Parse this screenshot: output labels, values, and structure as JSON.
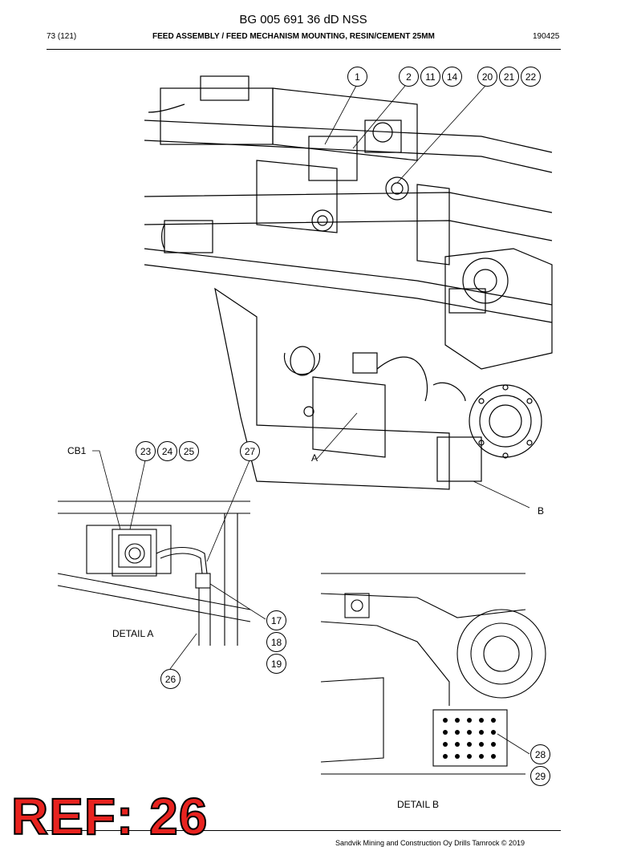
{
  "document": {
    "title": "BG 005 691 36 dD NSS",
    "page": "73 (121)",
    "section_title": "FEED ASSEMBLY / FEED MECHANISM MOUNTING, RESIN/CEMENT 25MM",
    "date_code": "190425"
  },
  "callouts_main": [
    "1",
    "2",
    "11",
    "14",
    "20",
    "21",
    "22"
  ],
  "callouts_detail_a": [
    "23",
    "24",
    "25",
    "27",
    "17",
    "18",
    "19",
    "26"
  ],
  "callouts_detail_b": [
    "28",
    "29"
  ],
  "labels": {
    "cb1": "CB1",
    "view_a": "A",
    "view_b": "B",
    "detail_a": "DETAIL A",
    "detail_b": "DETAIL B"
  },
  "stamp": {
    "text": "REF: 26",
    "color": "#e8231f"
  },
  "footer": {
    "copyright": "Sandvik Mining and Construction Oy Drills Tamrock © 2019"
  }
}
